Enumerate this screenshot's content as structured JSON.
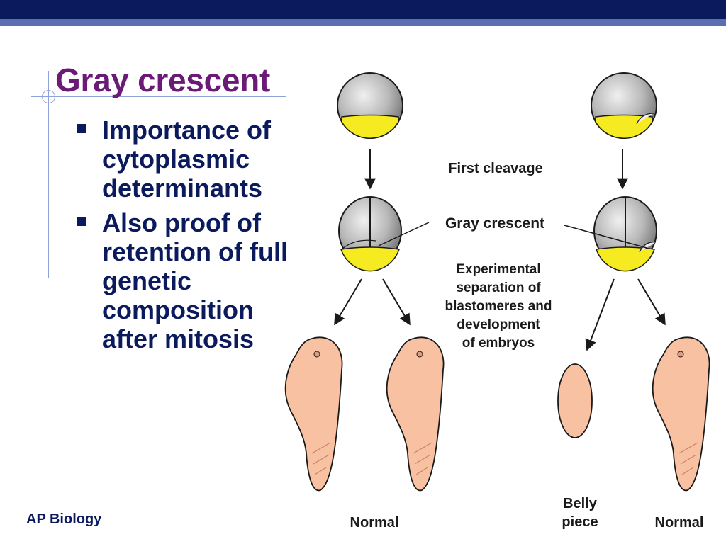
{
  "slide": {
    "title": "Gray crescent",
    "bullets": [
      "Importance of cytoplasmic determinants",
      "Also proof of retention of full genetic composition after mitosis"
    ],
    "footer": "AP Biology"
  },
  "figure": {
    "first_cleavage": "First cleavage",
    "gray_crescent": "Gray crescent",
    "experimental_lines": [
      "Experimental",
      "separation of",
      "blastomeres and",
      "development",
      "of embryos"
    ],
    "normal_left": "Normal",
    "belly_piece_lines": [
      "Belly",
      "piece"
    ],
    "normal_right": "Normal"
  },
  "colors": {
    "title": "#6b1a78",
    "text": "#0b1a5c",
    "yolk": "#f6ea20",
    "embryo": "#f8c1a1"
  }
}
